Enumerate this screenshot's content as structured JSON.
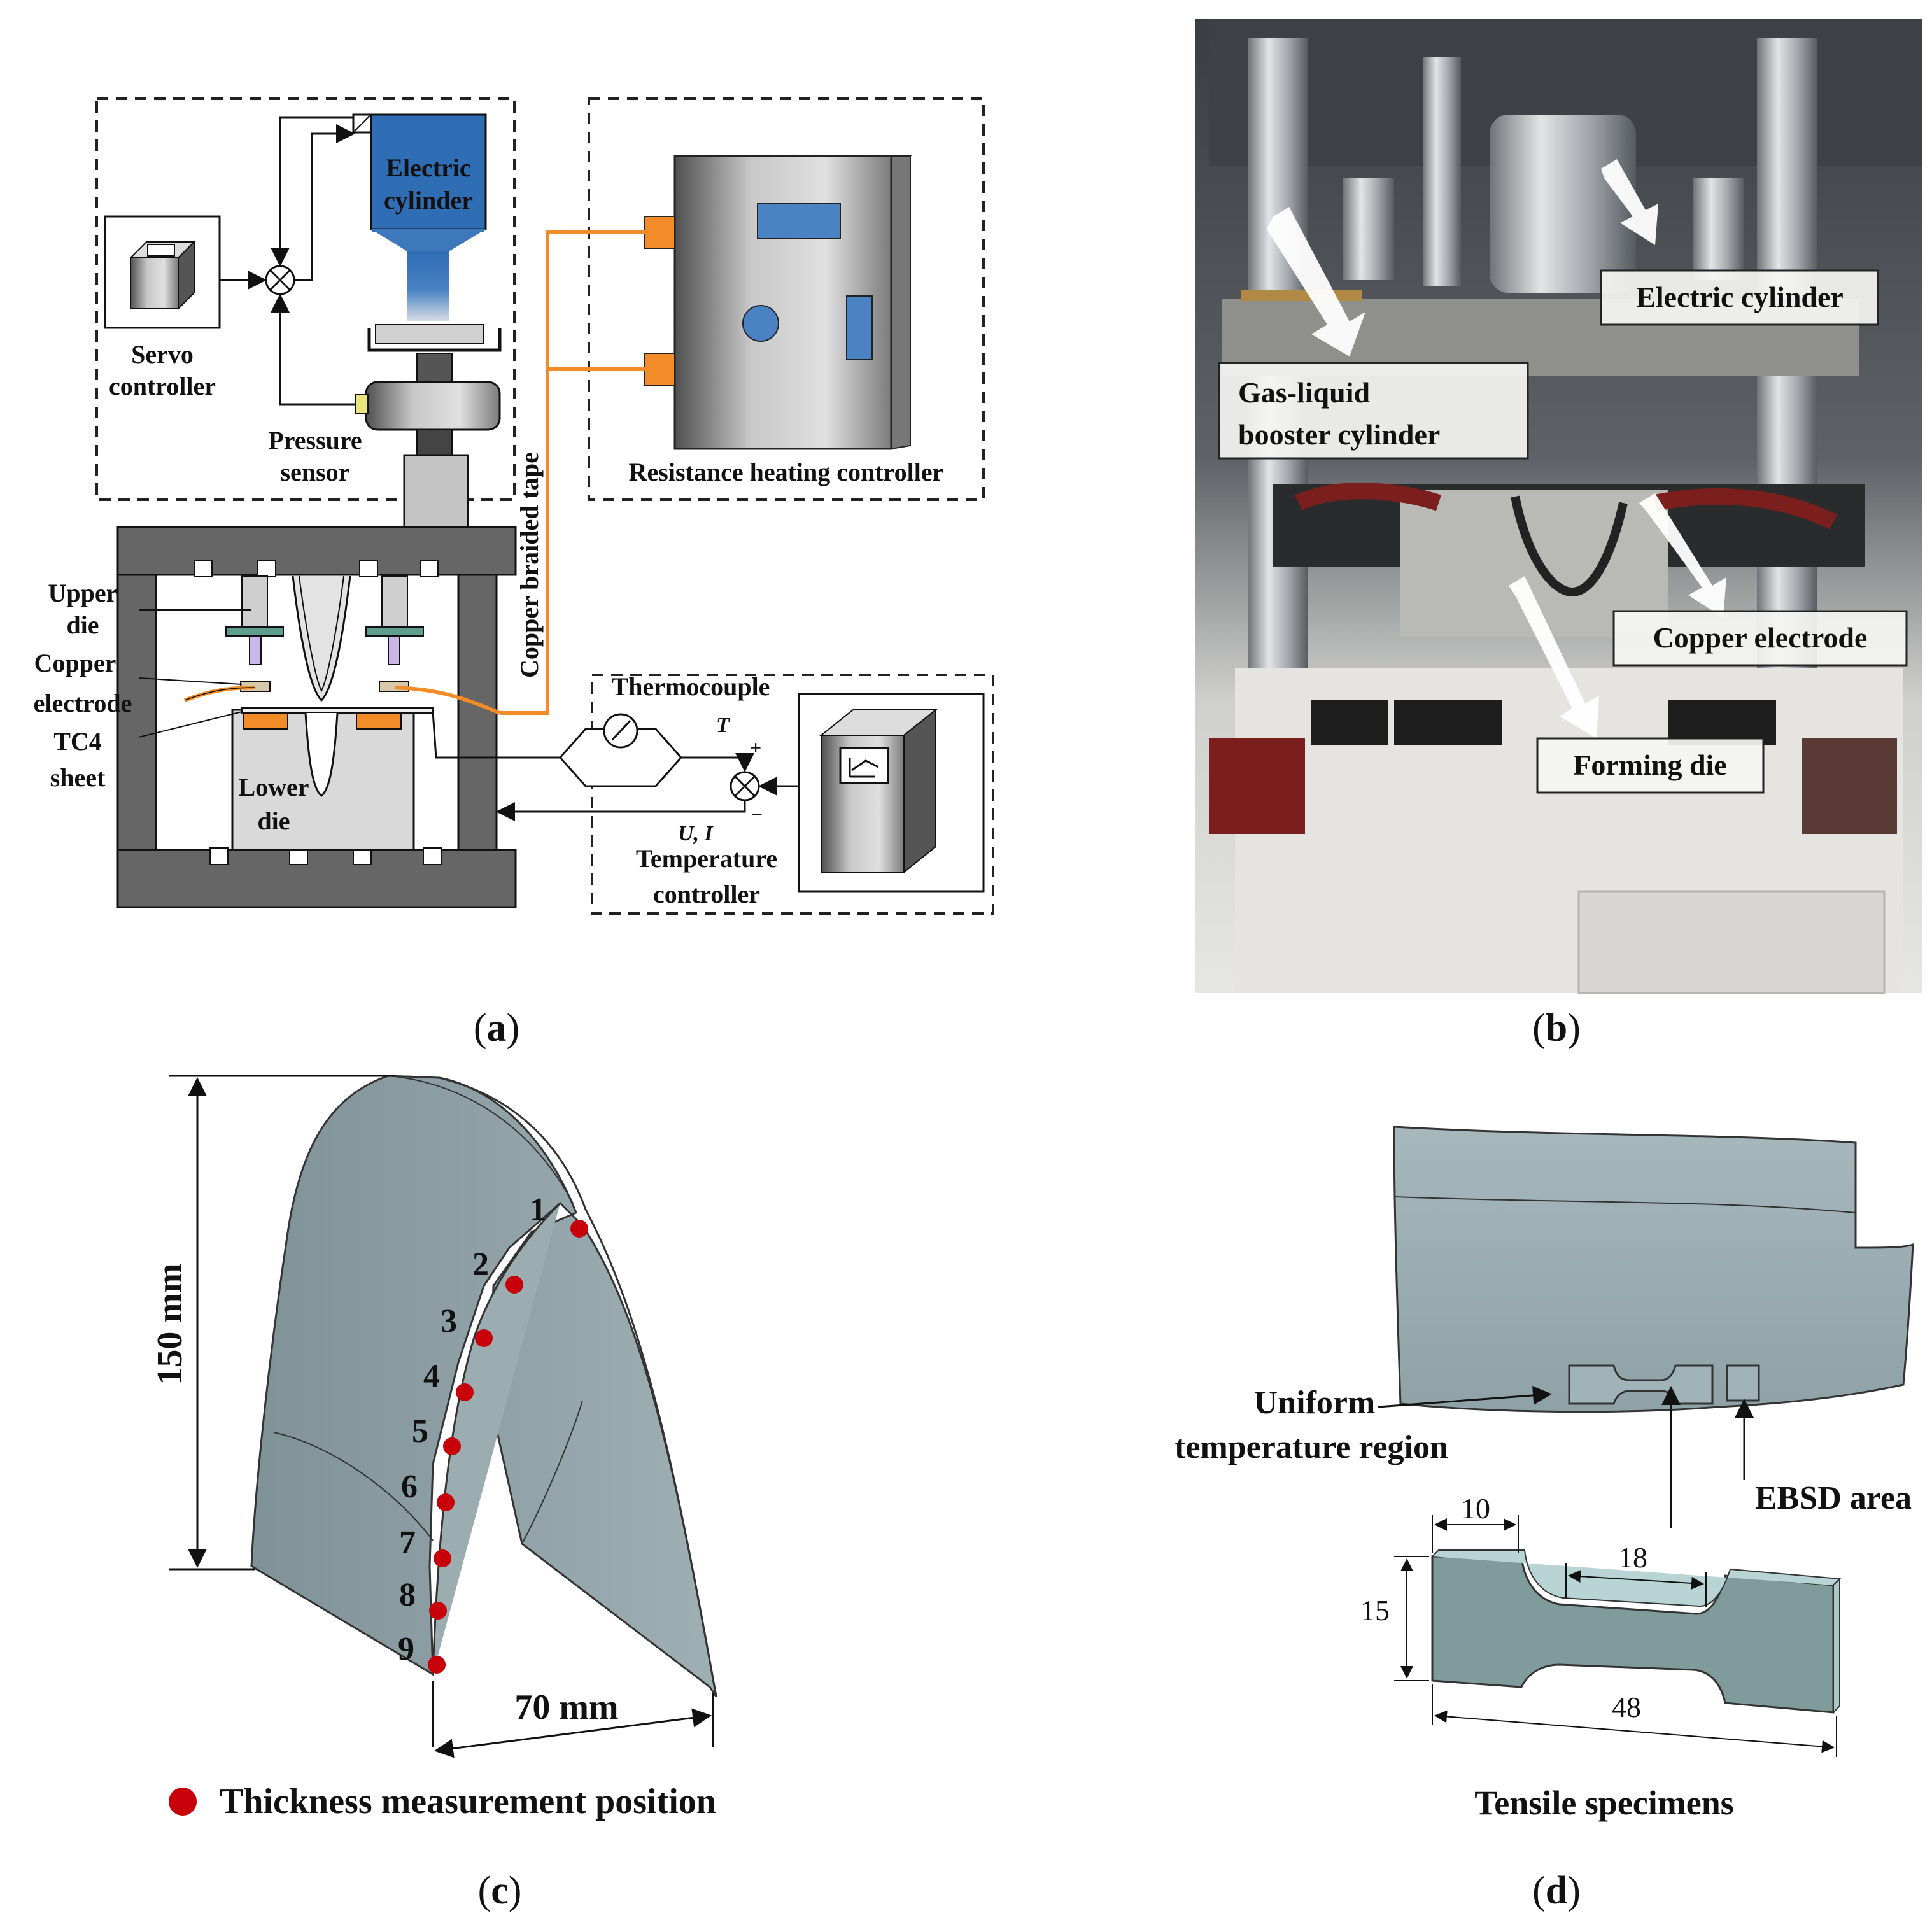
{
  "panel_a": {
    "caption": "a",
    "servo_controller": [
      "Servo",
      "controller"
    ],
    "electric_cylinder": [
      "Electric",
      "cylinder"
    ],
    "pressure_sensor": [
      "Pressure",
      "sensor"
    ],
    "resistance_heating_controller": "Resistance heating controller",
    "copper_braided_tape": "Copper braided tape",
    "upper_die": [
      "Upper",
      "die"
    ],
    "copper_electrode": [
      "Copper",
      "electrode"
    ],
    "tc4_sheet": [
      "TC4",
      "sheet"
    ],
    "lower_die": [
      "Lower",
      "die"
    ],
    "thermocouple": "Thermocouple",
    "symbol_T": "T",
    "symbol_UI": "U, I",
    "plus": "+",
    "minus": "−",
    "temperature_controller": [
      "Temperature",
      "controller"
    ],
    "colors": {
      "electric_cylinder": "#2f6db5",
      "copper_tape": "#f28c28",
      "electrode_pad": "#f28c28"
    }
  },
  "panel_b": {
    "caption": "b",
    "electric_cylinder": "Electric cylinder",
    "gas_liquid_booster": [
      "Gas-liquid",
      "booster cylinder"
    ],
    "copper_electrode": "Copper electrode",
    "forming_die": "Forming die"
  },
  "panel_c": {
    "caption": "c",
    "height_dim": "150 mm",
    "width_dim": "70 mm",
    "points": [
      "1",
      "2",
      "3",
      "4",
      "5",
      "6",
      "7",
      "8",
      "9"
    ],
    "legend": "Thickness measurement position",
    "colors": {
      "point": "#c8000a",
      "part": "#8fa1a6"
    }
  },
  "panel_d": {
    "caption": "d",
    "uniform_region": [
      "Uniform",
      "temperature region"
    ],
    "ebsd_area": "EBSD area",
    "dim_10": "10",
    "dim_18": "18",
    "dim_15": "15",
    "dim_48": "48",
    "tensile_specimens": "Tensile specimens"
  }
}
